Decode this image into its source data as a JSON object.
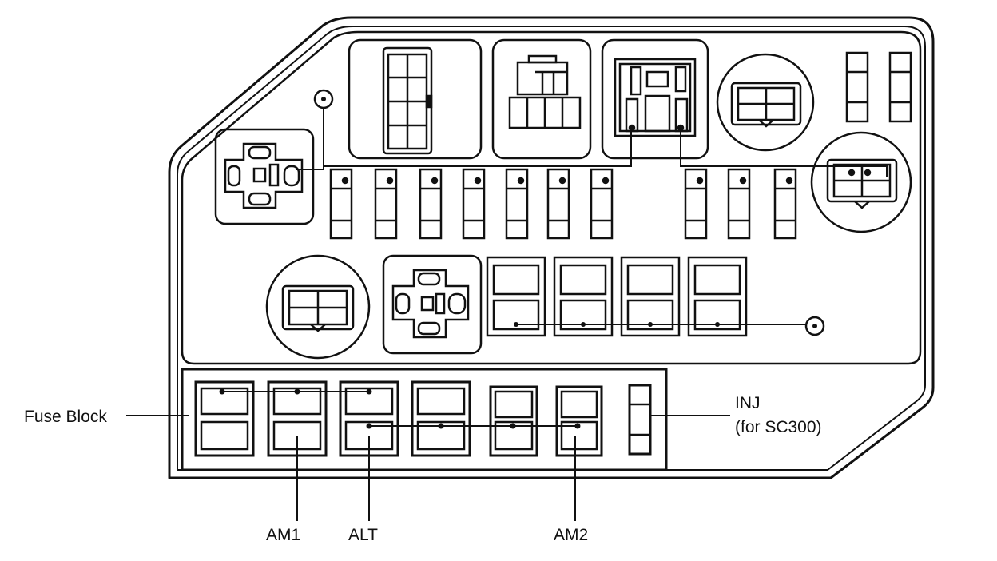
{
  "labels": {
    "fuse_block": "Fuse Block",
    "inj_line1": "INJ",
    "inj_line2": "(for SC300)",
    "am1": "AM1",
    "alt": "ALT",
    "am2": "AM2"
  },
  "colors": {
    "ink": "#111111",
    "paper": "#ffffff"
  }
}
